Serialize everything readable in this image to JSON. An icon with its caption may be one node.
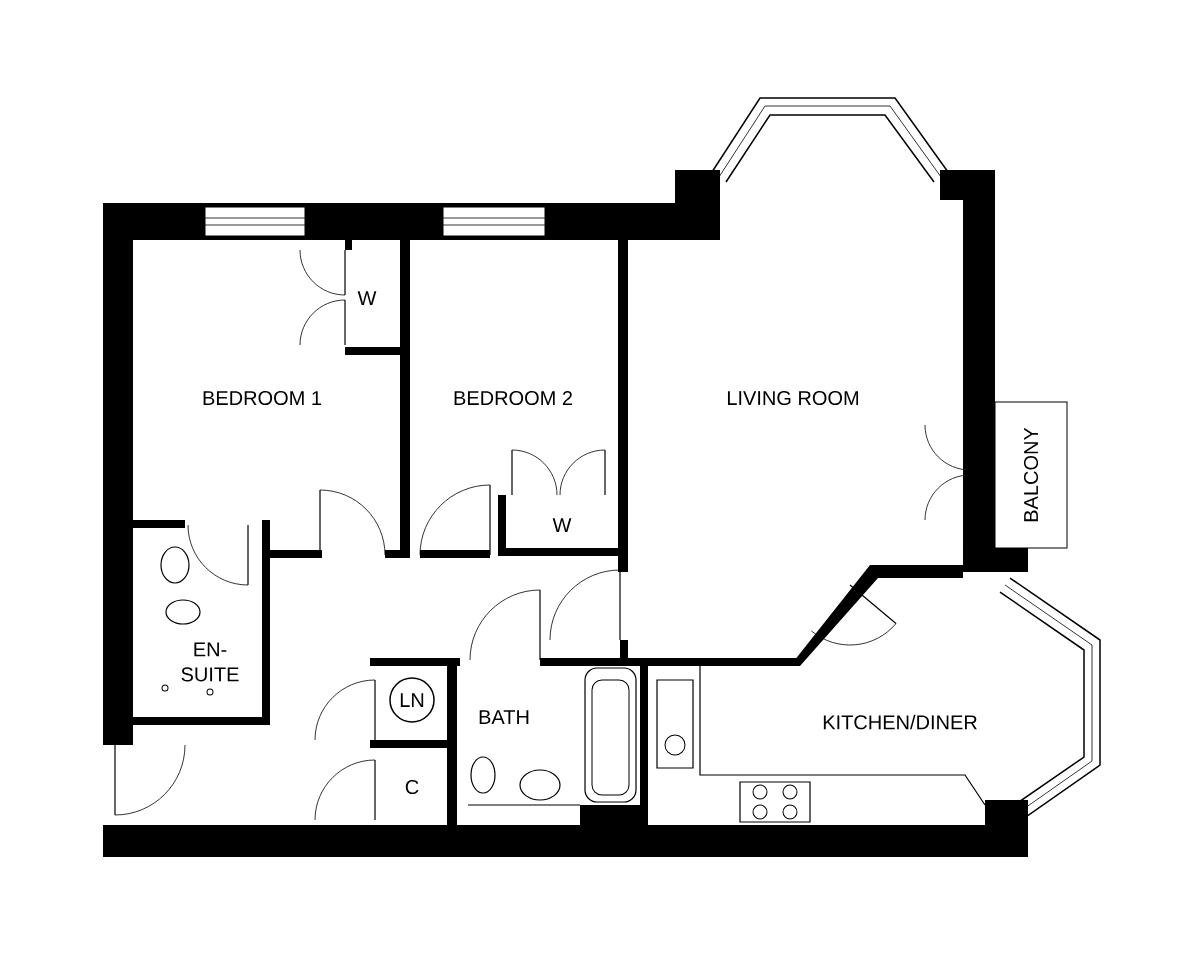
{
  "diagram": {
    "nodes": [
      {
        "text": [
          "LN"
        ]
      },
      {
        "text": [
          "BALCONY"
        ]
      }
    ],
    "labels": [
      "BEDROOM 1",
      "W",
      "BEDROOM 2",
      "W",
      "LIVING ROOM",
      "EN- SUITE",
      "BATH",
      "C",
      "KITCHEN/DINER"
    ]
  }
}
